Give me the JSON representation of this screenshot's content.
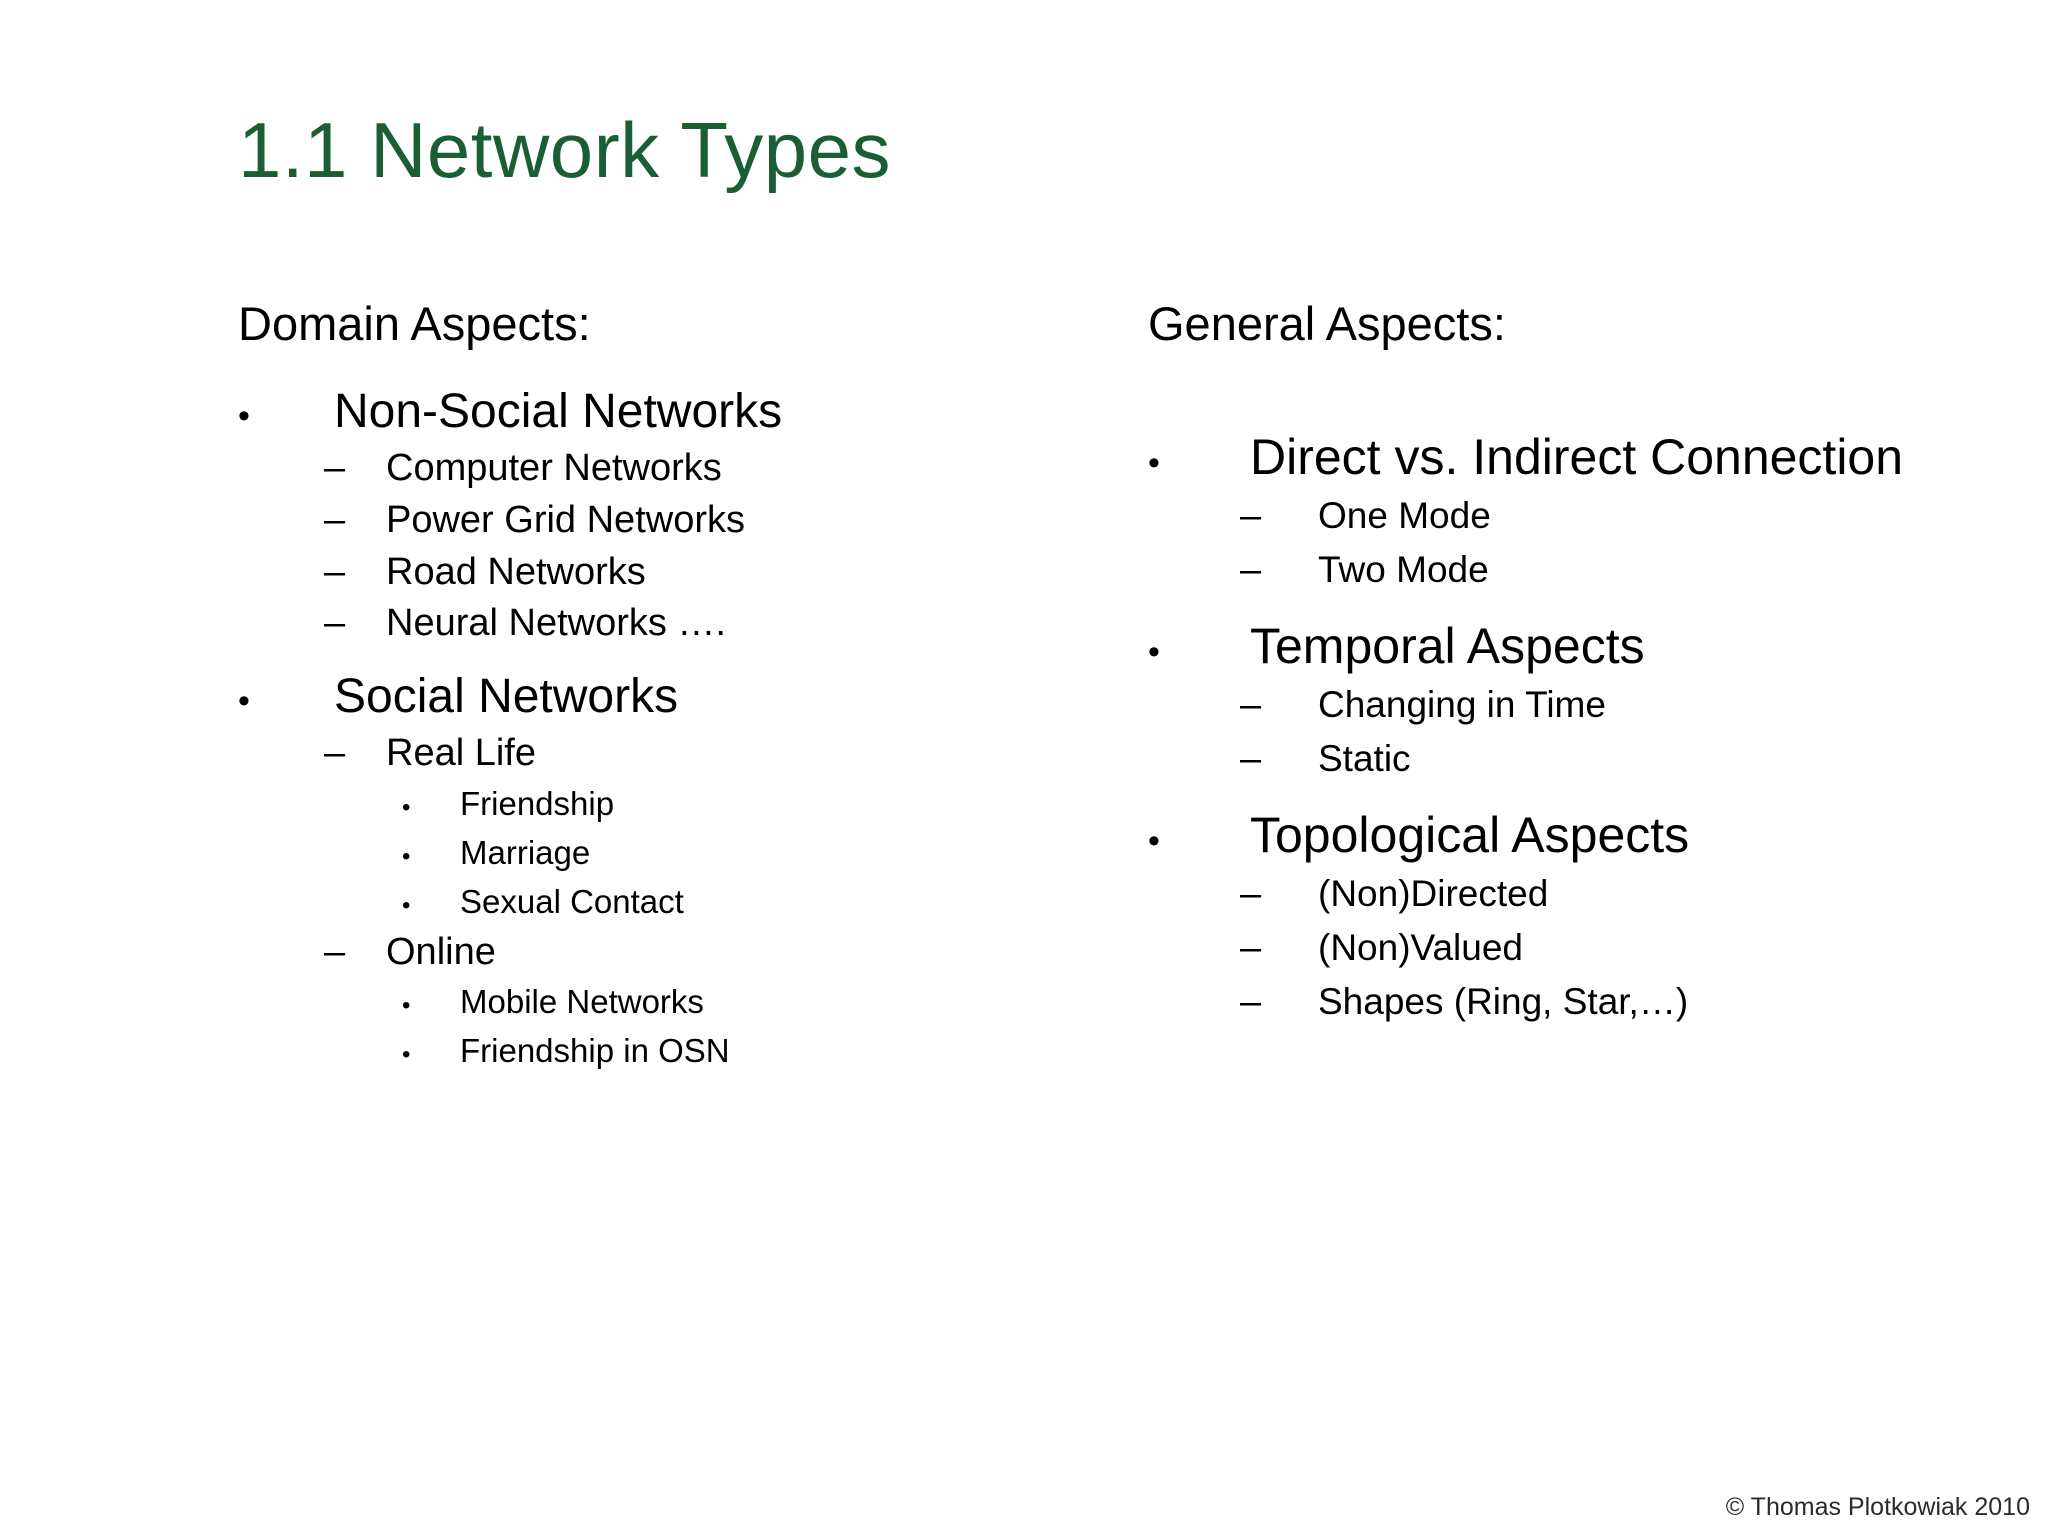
{
  "slide": {
    "title": "1.1 Network Types",
    "title_color": "#1a5e34",
    "background_color": "#ffffff"
  },
  "markers": {
    "level1": "•",
    "level2": "–",
    "level3": "•"
  },
  "left_column": {
    "heading": "Domain Aspects:",
    "items": [
      {
        "level": 1,
        "label": "Non-Social Networks"
      },
      {
        "level": 2,
        "label": "Computer Networks"
      },
      {
        "level": 2,
        "label": "Power Grid Networks"
      },
      {
        "level": 2,
        "label": "Road Networks"
      },
      {
        "level": 2,
        "label": "Neural Networks …."
      },
      {
        "level": 1,
        "label": "Social Networks"
      },
      {
        "level": 2,
        "label": "Real Life"
      },
      {
        "level": 3,
        "label": "Friendship"
      },
      {
        "level": 3,
        "label": "Marriage"
      },
      {
        "level": 3,
        "label": "Sexual  Contact"
      },
      {
        "level": 2,
        "label": "Online"
      },
      {
        "level": 3,
        "label": "Mobile Networks"
      },
      {
        "level": 3,
        "label": "Friendship  in OSN"
      }
    ]
  },
  "right_column": {
    "heading": "General Aspects:",
    "items": [
      {
        "level": 1,
        "label": "Direct vs. Indirect Connection"
      },
      {
        "level": 2,
        "label": "One Mode"
      },
      {
        "level": 2,
        "label": "Two Mode"
      },
      {
        "level": 1,
        "label": "Temporal Aspects"
      },
      {
        "level": 2,
        "label": "Changing in Time"
      },
      {
        "level": 2,
        "label": "Static"
      },
      {
        "level": 1,
        "label": "Topological Aspects"
      },
      {
        "level": 2,
        "label": "(Non)Directed"
      },
      {
        "level": 2,
        "label": "(Non)Valued"
      },
      {
        "level": 2,
        "label": "Shapes (Ring, Star,…)"
      }
    ]
  },
  "footer": {
    "copyright": "© Thomas Plotkowiak 2010"
  }
}
